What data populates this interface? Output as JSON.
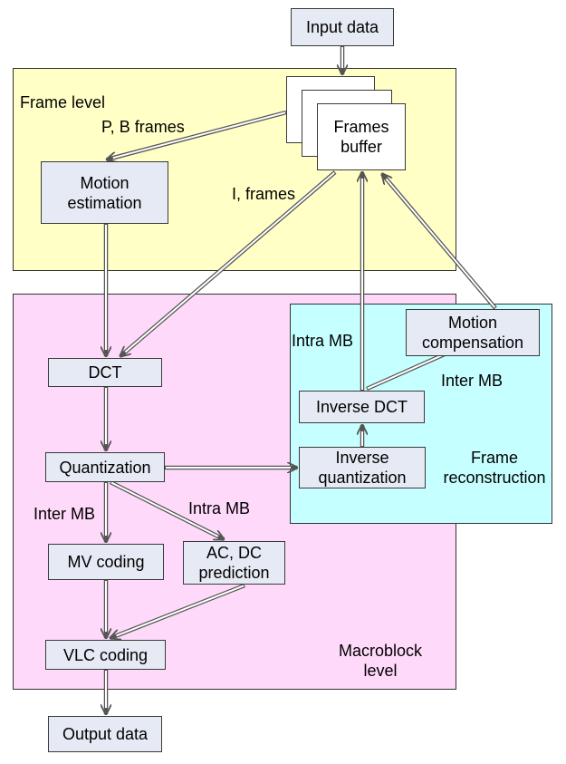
{
  "regions": {
    "frame_level": {
      "label": "Frame level",
      "color": "#ffffc6"
    },
    "macroblock_level": {
      "label": "Macroblock\nlevel",
      "color": "#ffd9fa"
    },
    "frame_reconstruction": {
      "label": "Frame\nreconstruction",
      "color": "#c6ffff"
    }
  },
  "nodes": {
    "input_data": "Input data",
    "frames_buffer": "Frames\nbuffer",
    "motion_estimation": "Motion\nestimation",
    "dct": "DCT",
    "quantization": "Quantization",
    "mv_coding": "MV coding",
    "ac_dc_prediction": "AC, DC\nprediction",
    "vlc_coding": "VLC coding",
    "output_data": "Output data",
    "motion_compensation": "Motion\ncompensation",
    "inverse_dct": "Inverse DCT",
    "inverse_quantization": "Inverse\nquantization"
  },
  "edge_labels": {
    "p_b_frames": "P, B frames",
    "i_frames": "I, frames",
    "intra_mb_reconstruction": "Intra MB",
    "inter_mb_reconstruction": "Inter MB",
    "inter_mb_coding": "Inter MB",
    "intra_mb_coding": "Intra MB"
  },
  "colors": {
    "node_fill": "#e6eaf4",
    "node_border": "#3a3a3a",
    "arrow": "#555555"
  }
}
